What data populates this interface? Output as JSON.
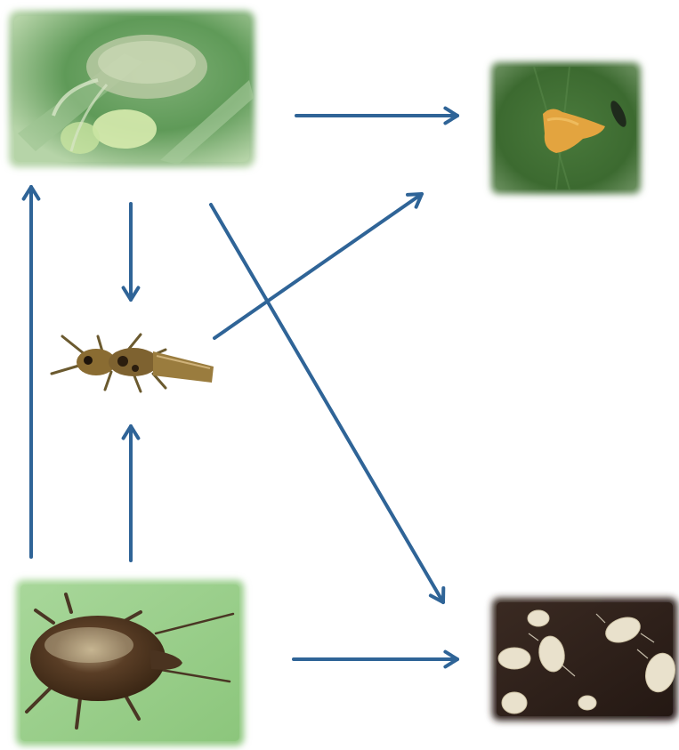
{
  "diagram": {
    "arrow_color": "#2f6497",
    "nodes": [
      {
        "id": "predatory-mite-top-left",
        "icon": "green-predatory-mite-photo"
      },
      {
        "id": "orange-egg-cluster-top-right",
        "icon": "orange-egg-mass-on-leaf-photo"
      },
      {
        "id": "thrips-middle-left",
        "icon": "thrips-insect-photo"
      },
      {
        "id": "brown-mite-bottom-left",
        "icon": "brown-oval-mite-photo"
      },
      {
        "id": "mite-colony-bottom-right",
        "icon": "pale-mite-colony-photo"
      }
    ],
    "edges": [
      {
        "from": "predatory-mite-top-left",
        "to": "orange-egg-cluster-top-right"
      },
      {
        "from": "predatory-mite-top-left",
        "to": "thrips-middle-left"
      },
      {
        "from": "predatory-mite-top-left",
        "to": "mite-colony-bottom-right"
      },
      {
        "from": "thrips-middle-left",
        "to": "orange-egg-cluster-top-right"
      },
      {
        "from": "brown-mite-bottom-left",
        "to": "predatory-mite-top-left"
      },
      {
        "from": "brown-mite-bottom-left",
        "to": "thrips-middle-left"
      },
      {
        "from": "brown-mite-bottom-left",
        "to": "mite-colony-bottom-right"
      }
    ]
  }
}
